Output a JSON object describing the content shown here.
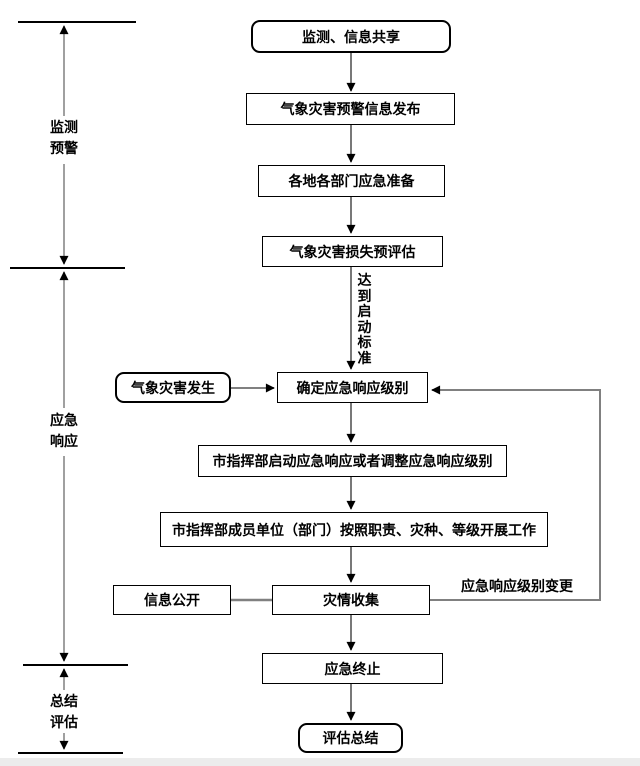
{
  "diagram_type": "flowchart",
  "colors": {
    "background": "#ffffff",
    "box_border": "#000000",
    "text": "#000000",
    "flow_line": "#4a4a4a",
    "side_line": "#808080",
    "arrowhead": "#000000"
  },
  "phases": [
    {
      "id": "monitoring-warning",
      "lines": [
        "监测",
        "预警"
      ]
    },
    {
      "id": "emergency-response",
      "lines": [
        "应急",
        "响应"
      ]
    },
    {
      "id": "summary-evaluation",
      "lines": [
        "总结",
        "评估"
      ]
    }
  ],
  "nodes": {
    "monitor_share": "监测、信息共享",
    "warning_release": "气象灾害预警信息发布",
    "emergency_prep": "各地各部门应急准备",
    "loss_preassess": "气象灾害损失预评估",
    "disaster_occur": "气象灾害发生",
    "determine_level": "确定应急响应级别",
    "start_adjust": "市指挥部启动应急响应或者调整应急响应级别",
    "members_work": "市指挥部成员单位（部门）按照职责、灾种、等级开展工作",
    "info_public": "信息公开",
    "disaster_collect": "灾情收集",
    "emergency_end": "应急终止",
    "eval_summary": "评估总结"
  },
  "edge_labels": {
    "reach_standard": "达到启动标准",
    "level_change": "应急响应级别变更"
  }
}
